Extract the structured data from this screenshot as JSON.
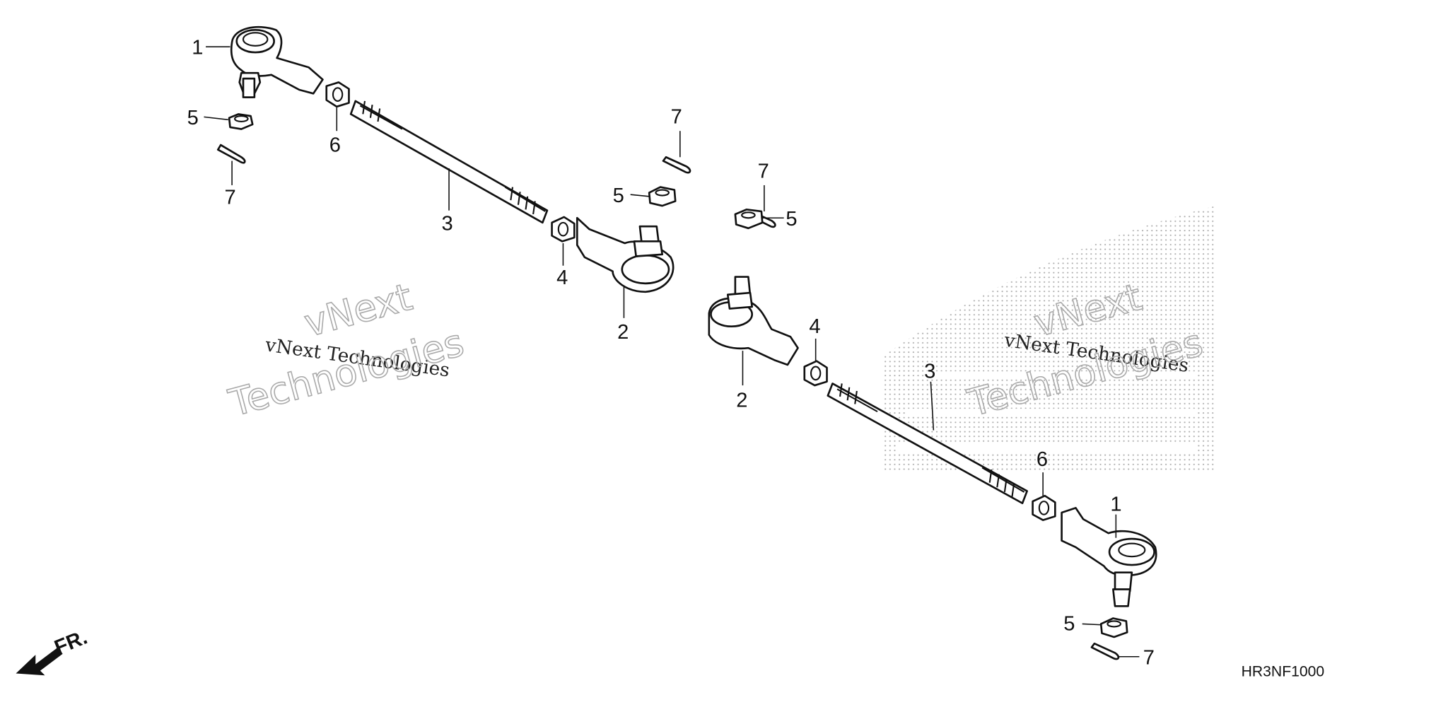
{
  "diagram": {
    "code": "HR3NF1000",
    "fr_label": "FR.",
    "callouts": {
      "left_1": "1",
      "left_5": "5",
      "left_7": "7",
      "left_6": "6",
      "left_3": "3",
      "left_4": "4",
      "left_2": "2",
      "left_5b": "5",
      "left_7b": "7",
      "right_7": "7",
      "right_5": "5",
      "right_2": "2",
      "right_4": "4",
      "right_3": "3",
      "right_6": "6",
      "right_1": "1",
      "right_5b": "5",
      "right_7b": "7"
    },
    "watermark": {
      "line_a": "vNext Technologies",
      "line_b1": "vNext",
      "line_b2": "Technologies"
    },
    "colors": {
      "ink": "#111111",
      "watermark": "#aaaaaa",
      "dots": "#888888"
    }
  }
}
